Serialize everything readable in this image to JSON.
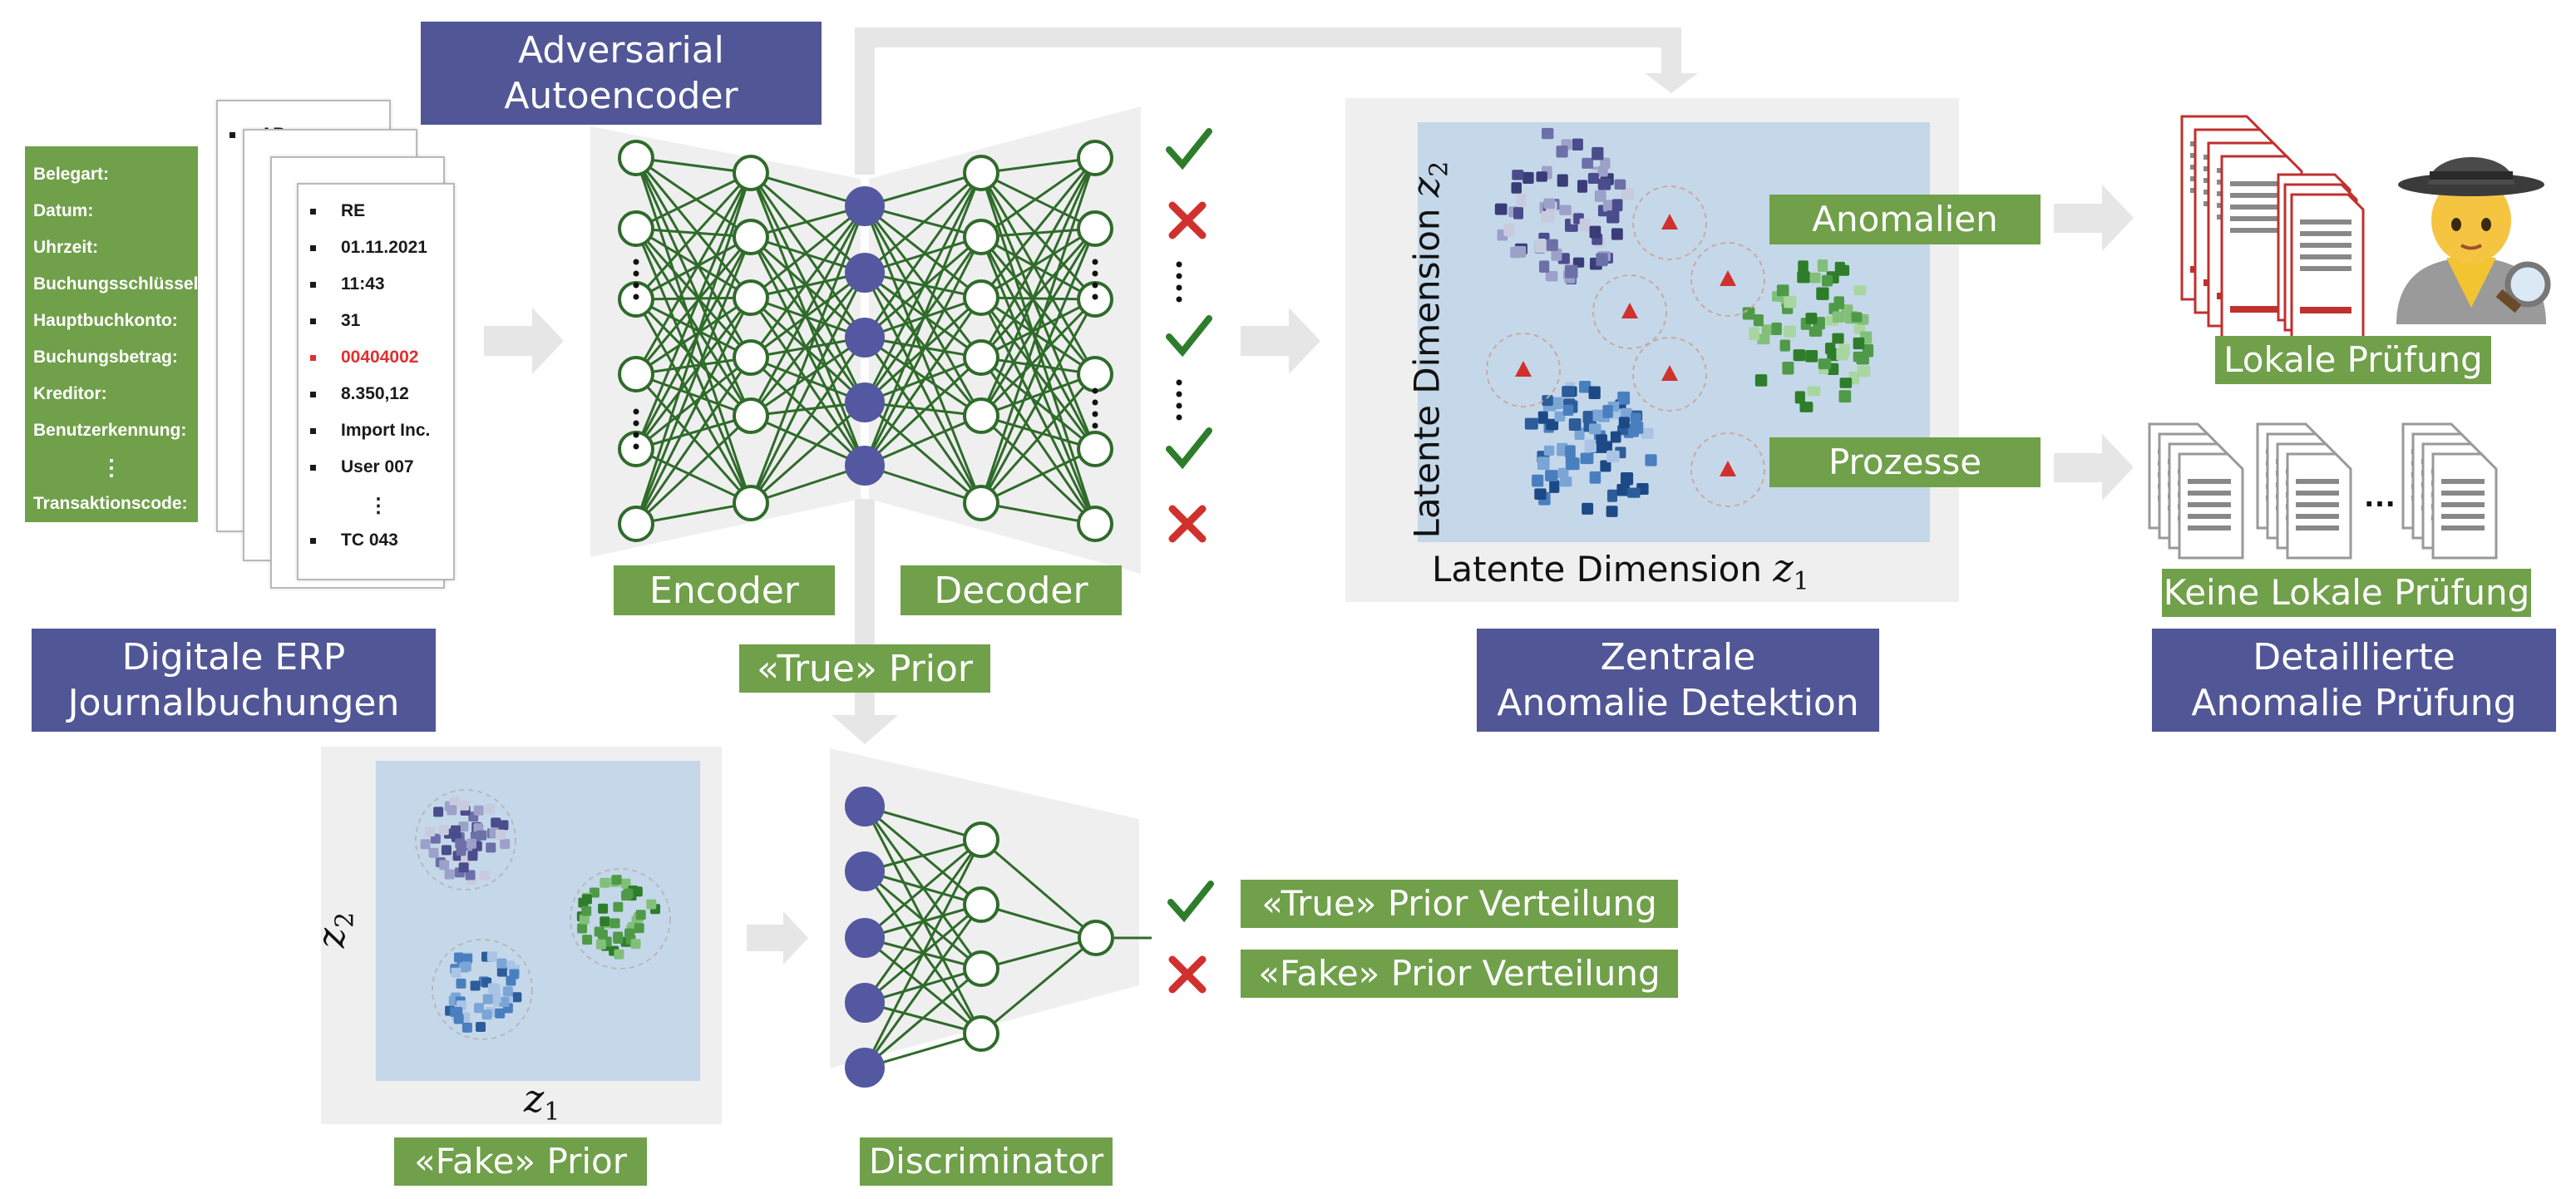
{
  "top": {
    "adversarial_autoencoder": "Adversarial\nAutoencoder",
    "encoder": "Encoder",
    "decoder": "Decoder",
    "true_prior": "«True» Prior",
    "fake_prior": "«Fake» Prior",
    "discriminator": "Discriminator",
    "erp_title": "Digitale ERP\nJournalbuchungen",
    "central_title": "Zentrale\nAnomalie Detektion",
    "detailed_title": "Detaillierte\nAnomalie Prüfung",
    "anomalies": "Anomalien",
    "processes": "Prozesse",
    "local_check": "Lokale Prüfung",
    "no_local_check": "Keine Lokale Prüfung",
    "true_prior_dist": "«True» Prior Verteilung",
    "fake_prior_dist": "«Fake» Prior Verteilung"
  },
  "fields": [
    "Belegart:",
    "Datum:",
    "Uhrzeit:",
    "Buchungsschlüssel:",
    "Hauptbuchkonto:",
    "Buchungsbetrag:",
    "Kreditor:",
    "Benutzerkennung:",
    "⋮",
    "Transaktionscode:"
  ],
  "document": {
    "back_first": "AB",
    "values": [
      "RE",
      "01.11.2021",
      "11:43",
      "31",
      "00404002",
      "8.350,12",
      "Import Inc.",
      "User 007",
      "⋮",
      "TC 043"
    ]
  },
  "latent": {
    "x_label": "Latente Dimension",
    "y_label": "Latente Dimension",
    "x_sym": "z",
    "x_sub": "1",
    "y_sym": "z",
    "y_sub": "2"
  },
  "prior_axes": {
    "x_sym": "z",
    "x_sub": "1",
    "y_sym": "z",
    "y_sub": "2"
  },
  "colors": {
    "purple": "#515696",
    "green": "#70A04A",
    "network_green": "#2F6B2A",
    "node_purple": "#5458A0",
    "panel_blue": "#C5D8EA",
    "panel_gray": "#EFEFEF",
    "red_mark": "#D0312D"
  },
  "decoder_outputs": [
    "check",
    "cross",
    "check",
    "check",
    "cross"
  ],
  "discriminator_outputs": [
    "check",
    "cross"
  ]
}
